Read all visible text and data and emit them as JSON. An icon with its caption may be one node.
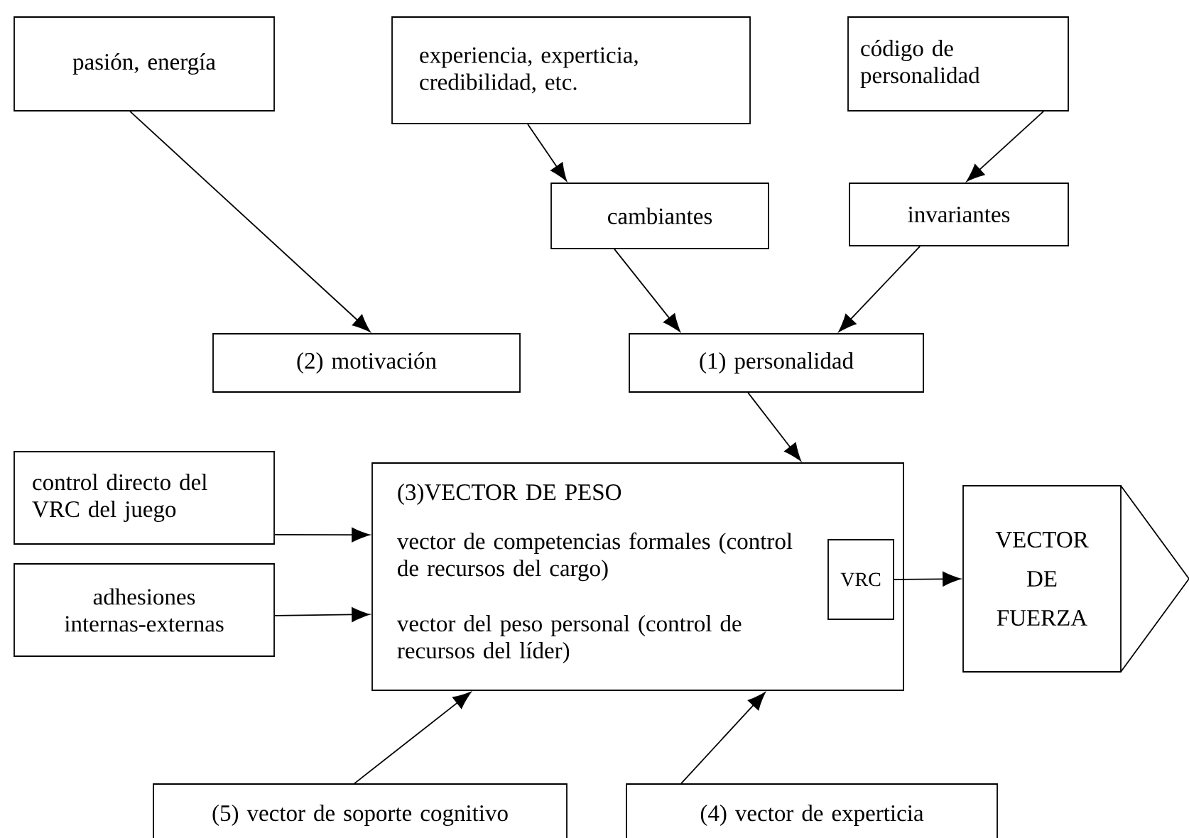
{
  "diagram": {
    "nodes": [
      {
        "text": [
          "pasión, energía"
        ]
      },
      {
        "text": [
          "experiencia, experticia, credibilidad, etc."
        ]
      },
      {
        "text": [
          "código de personalidad"
        ]
      },
      {
        "text": [
          "cambiantes"
        ]
      },
      {
        "text": [
          "invariantes"
        ]
      },
      {
        "text": [
          "(2) motivación"
        ]
      },
      {
        "text": [
          "(1) personalidad"
        ]
      },
      {
        "text": [
          "control directo del VRC del juego"
        ]
      },
      {
        "text": [
          "adhesiones internas-externas"
        ]
      },
      {
        "text": [
          "(3)VECTOR DE PESO",
          "vector de competencias formales (control de recursos del cargo)",
          "vector del peso personal (control de recursos del líder)"
        ]
      },
      {
        "text": [
          "VRC"
        ],
        "in": 9
      },
      {
        "text": [
          "VECTOR DE FUERZA"
        ]
      },
      {
        "text": [
          "(5) vector de soporte cognitivo"
        ]
      },
      {
        "text": [
          "(4) vector de experticia"
        ]
      }
    ],
    "edges": [
      {
        "from": 0,
        "to": 5,
        "arrow": "to"
      },
      {
        "from": 1,
        "to": 3,
        "arrow": "to"
      },
      {
        "from": 2,
        "to": 4,
        "arrow": "to"
      },
      {
        "from": 3,
        "to": 6,
        "arrow": "to"
      },
      {
        "from": 4,
        "to": 6,
        "arrow": "to"
      },
      {
        "from": 6,
        "to": 9,
        "arrow": "to"
      },
      {
        "from": 7,
        "to": 9,
        "arrow": "to"
      },
      {
        "from": 8,
        "to": 9,
        "arrow": "to"
      },
      {
        "from": 10,
        "to": 11,
        "arrow": "to"
      },
      {
        "from": 12,
        "to": 9,
        "arrow": "to"
      },
      {
        "from": 13,
        "to": 9,
        "arrow": "to"
      }
    ]
  }
}
